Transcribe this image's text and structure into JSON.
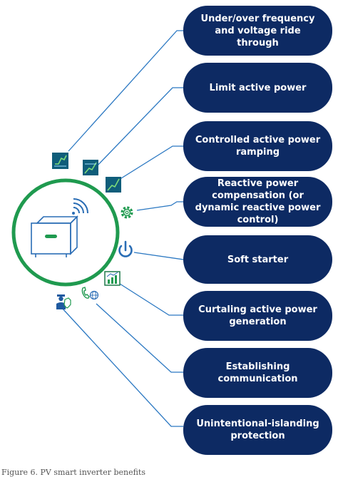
{
  "functions": [
    {
      "label": "Under/over frequency and voltage ride through",
      "icon": "frequency-chart-icon"
    },
    {
      "label": "Limit active power",
      "icon": "power-limit-icon"
    },
    {
      "label": "Controlled active power ramping",
      "icon": "power-ramp-icon"
    },
    {
      "label": "Reactive power compensation (or dynamic reactive power control)",
      "icon": "gear-icon"
    },
    {
      "label": "Soft starter",
      "icon": "power-button-icon"
    },
    {
      "label": "Curtaling active power generation",
      "icon": "bar-chart-icon"
    },
    {
      "label": "Establishing communication",
      "icon": "phone-globe-icon"
    },
    {
      "label": "Unintentional-islanding protection",
      "icon": "guard-person-icon"
    }
  ],
  "caption": "Figure 6. PV smart inverter benefits",
  "colors": {
    "pill": "#0d2a63",
    "connector": "#2b78c2",
    "ring": "#1f9a4f",
    "inverter": "#2a6db5",
    "icon_green": "#1f9a4f"
  }
}
